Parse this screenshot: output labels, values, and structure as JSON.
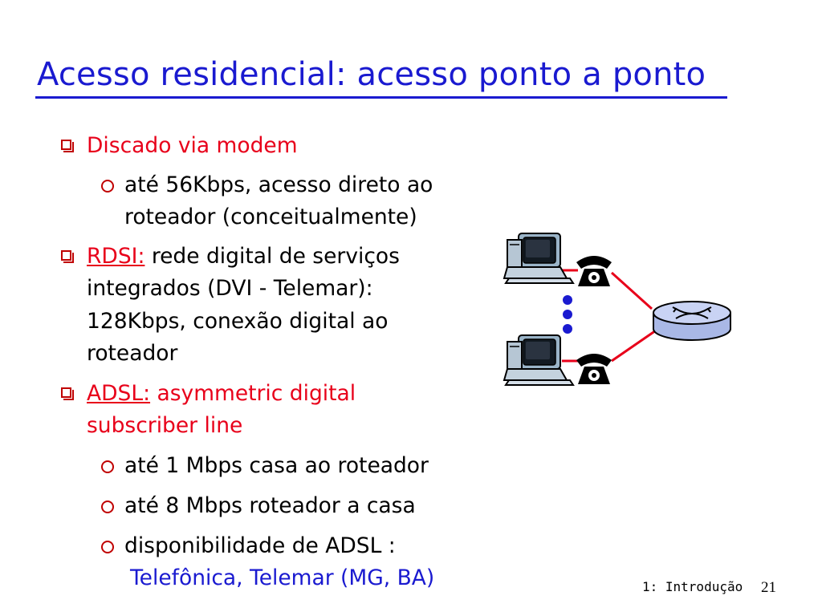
{
  "title": "Acesso residencial: acesso ponto a ponto",
  "bullets": {
    "dialup": "Discado via modem",
    "dialup_sub1_l1": "até 56Kbps, acesso direto ao",
    "dialup_sub1_l2": "roteador (conceitualmente)",
    "rdsi_term": "RDSI:",
    "rdsi_l1": " rede digital de serviços",
    "rdsi_l2": "integrados (DVI - Telemar):",
    "rdsi_l3": "128Kbps, conexão digital ao",
    "rdsi_l4": "roteador",
    "adsl_term": "ADSL:",
    "adsl_l1": " asymmetric digital",
    "adsl_l2": "subscriber line",
    "adsl_sub1": "até 1 Mbps casa ao roteador",
    "adsl_sub2": "até 8 Mbps roteador a casa",
    "adsl_sub3_l1": "disponibilidade de ADSL :",
    "adsl_sub3_l2": "Telefônica, Telemar (MG, BA)"
  },
  "diagram": {
    "icons": [
      "computer-icon",
      "telephone-icon",
      "router-icon"
    ],
    "link_color": "#e8001a",
    "dots_color": "#1a1ad0"
  },
  "footer": {
    "section": "1: Introdução",
    "page": "21"
  },
  "colors": {
    "title": "#1a1ad0",
    "accent_red": "#e8001a",
    "bullet": "#c00000"
  }
}
